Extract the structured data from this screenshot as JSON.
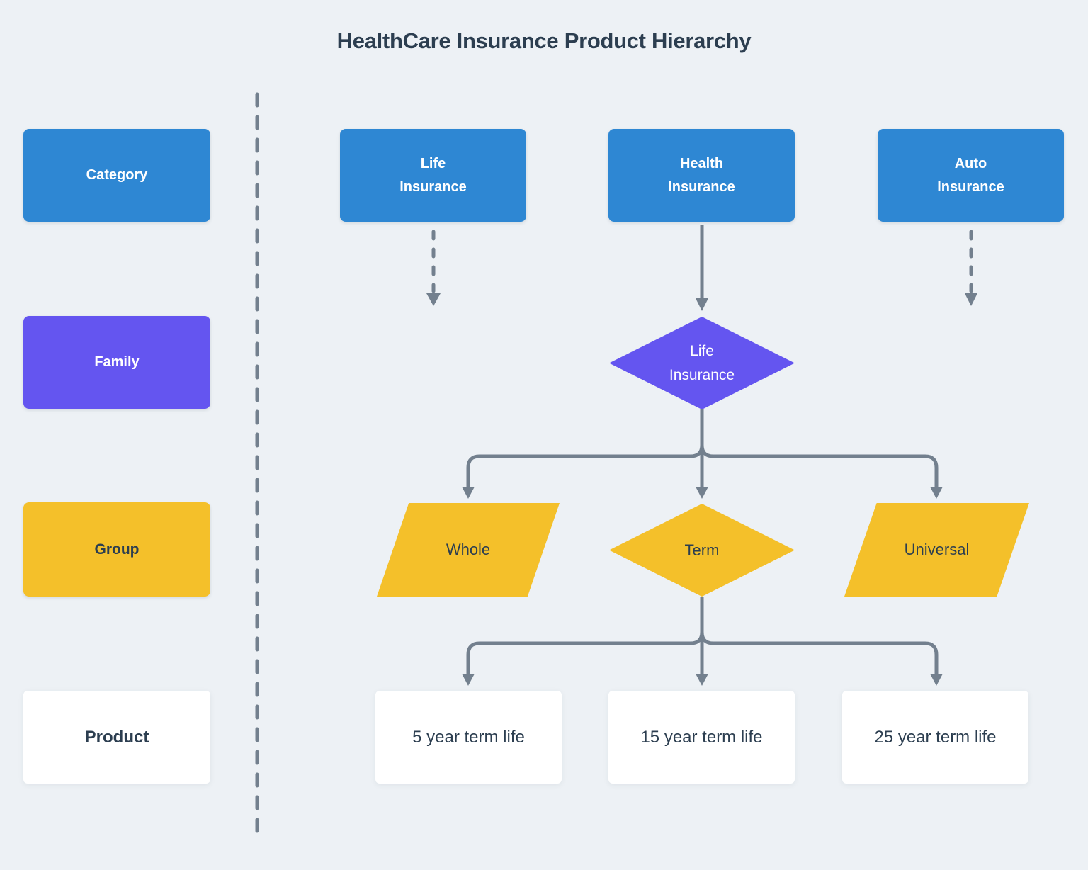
{
  "title": "HealthCare Insurance Product Hierarchy",
  "legend": {
    "category_label": "Category",
    "family_label": "Family",
    "group_label": "Group",
    "product_label": "Product"
  },
  "categories": [
    {
      "name": "Life Insurance",
      "line1": "Life",
      "line2": "Insurance"
    },
    {
      "name": "Health Insurance",
      "line1": "Health",
      "line2": "Insurance"
    },
    {
      "name": "Auto Insurance",
      "line1": "Auto",
      "line2": "Insurance"
    }
  ],
  "family": {
    "name": "Life Insurance",
    "line1": "Life",
    "line2": "Insurance"
  },
  "groups": [
    {
      "label": "Whole",
      "shape": "parallelogram"
    },
    {
      "label": "Term",
      "shape": "diamond"
    },
    {
      "label": "Universal",
      "shape": "parallelogram"
    }
  ],
  "products": [
    {
      "label": "5 year term life"
    },
    {
      "label": "15 year term life"
    },
    {
      "label": "25 year term life"
    }
  ],
  "edges": [
    {
      "from": "Life Insurance",
      "to": "",
      "style": "dashed"
    },
    {
      "from": "Health Insurance",
      "to": "Life Insurance",
      "style": "solid"
    },
    {
      "from": "Auto Insurance",
      "to": "",
      "style": "dashed"
    },
    {
      "from": "Life Insurance",
      "to": "Whole",
      "style": "solid"
    },
    {
      "from": "Life Insurance",
      "to": "Term",
      "style": "solid"
    },
    {
      "from": "Life Insurance",
      "to": "Universal",
      "style": "solid"
    },
    {
      "from": "Term",
      "to": "5 year term life",
      "style": "solid"
    },
    {
      "from": "Term",
      "to": "15 year term life",
      "style": "solid"
    },
    {
      "from": "Term",
      "to": "25 year term life",
      "style": "solid"
    }
  ],
  "colors": {
    "category_blue": "#2E87D3",
    "family_purple": "#6455F0",
    "group_yellow": "#F4C02A",
    "product_white": "#FFFFFF",
    "connector_gray": "#73808E",
    "text_dark": "#2C3E50",
    "background": "#EDF1F5"
  }
}
